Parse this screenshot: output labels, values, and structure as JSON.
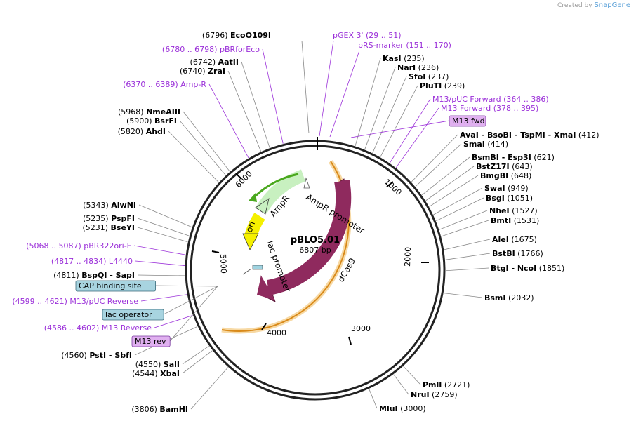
{
  "app": {
    "credit_prefix": "Created by",
    "credit_brand": "SnapGene"
  },
  "plasmid": {
    "name": "pBLO5.01",
    "length_label": "6807 bp",
    "length": 6807
  },
  "ticks": [
    "1000",
    "2000",
    "3000",
    "4000",
    "5000",
    "6000"
  ],
  "colors": {
    "primer": "#9b30d9",
    "dcas9": "#8f2a5e",
    "orange_arc": "#e8a23a",
    "ampr": "#c8f0c0",
    "ori": "#f5f000",
    "cap_box": "#a8d4e0",
    "m13_box": "#e0b0f0"
  },
  "features": {
    "ampr": "AmpR",
    "ampr_promoter": "AmpR promoter",
    "ori": "ori",
    "lac_promoter": "lac promoter",
    "dcas9": "dCas9"
  },
  "labels": {
    "top": [
      {
        "pos": "(6796)",
        "name": "EcoO109I",
        "kind": "enz"
      },
      {
        "pos": "pGEX 3'",
        "name": "(29 .. 51)",
        "kind": "primer"
      },
      {
        "pos": "pRS-marker",
        "name": "(151 .. 170)",
        "kind": "primer"
      }
    ],
    "right": [
      {
        "name": "KasI",
        "pos": "(235)"
      },
      {
        "name": "NarI",
        "pos": "(236)"
      },
      {
        "name": "SfoI",
        "pos": "(237)"
      },
      {
        "name": "PluTI",
        "pos": "(239)"
      },
      {
        "name": "M13/pUC Forward",
        "pos": "(364 .. 386)",
        "kind": "primer"
      },
      {
        "name": "M13 Forward",
        "pos": "(378 .. 395)",
        "kind": "primer"
      },
      {
        "name": "M13 fwd",
        "kind": "box"
      },
      {
        "name": "AvaI",
        "name2": "BsoBI",
        "name3": "TspMI",
        "name4": "XmaI",
        "pos": "(412)"
      },
      {
        "name": "SmaI",
        "pos": "(414)"
      },
      {
        "name": "BsmBI",
        "name2": "Esp3I",
        "pos": "(621)"
      },
      {
        "name": "BstZ17I",
        "pos": "(643)"
      },
      {
        "name": "BmgBI",
        "pos": "(648)"
      },
      {
        "name": "SwaI",
        "pos": "(949)"
      },
      {
        "name": "BsgI",
        "pos": "(1051)"
      },
      {
        "name": "NheI",
        "pos": "(1527)"
      },
      {
        "name": "BmtI",
        "pos": "(1531)"
      },
      {
        "name": "AleI",
        "pos": "(1675)"
      },
      {
        "name": "BstBI",
        "pos": "(1766)"
      },
      {
        "name": "BtgI",
        "name2": "NcoI",
        "pos": "(1851)"
      },
      {
        "name": "BsmI",
        "pos": "(2032)"
      },
      {
        "name": "PmlI",
        "pos": "(2721)"
      },
      {
        "name": "NruI",
        "pos": "(2759)"
      },
      {
        "name": "MluI",
        "pos": "(3000)"
      }
    ],
    "left": [
      {
        "pos": "(6780 .. 6798)",
        "name": "pBRforEco",
        "kind": "primer"
      },
      {
        "pos": "(6742)",
        "name": "AatII"
      },
      {
        "pos": "(6740)",
        "name": "ZraI"
      },
      {
        "pos": "(6370 .. 6389)",
        "name": "Amp-R",
        "kind": "primer"
      },
      {
        "pos": "(5968)",
        "name": "NmeAIII"
      },
      {
        "pos": "(5900)",
        "name": "BsrFI"
      },
      {
        "pos": "(5820)",
        "name": "AhdI"
      },
      {
        "pos": "(5343)",
        "name": "AlwNI"
      },
      {
        "pos": "(5235)",
        "name": "PspFI"
      },
      {
        "pos": "(5231)",
        "name": "BseYI"
      },
      {
        "pos": "(5068 .. 5087)",
        "name": "pBR322ori-F",
        "kind": "primer"
      },
      {
        "pos": "(4817 .. 4834)",
        "name": "L4440",
        "kind": "primer"
      },
      {
        "pos": "(4811)",
        "name": "BspQI",
        "name2": "SapI"
      },
      {
        "name": "CAP binding site",
        "kind": "box"
      },
      {
        "pos": "(4599 .. 4621)",
        "name": "M13/pUC Reverse",
        "kind": "primer"
      },
      {
        "name": "lac operator",
        "kind": "box"
      },
      {
        "pos": "(4586 .. 4602)",
        "name": "M13 Reverse",
        "kind": "primer"
      },
      {
        "name": "M13 rev",
        "kind": "box"
      },
      {
        "pos": "(4560)",
        "name": "PstI",
        "name2": "SbfI"
      },
      {
        "pos": "(4550)",
        "name": "SalI"
      },
      {
        "pos": "(4544)",
        "name": "XbaI"
      },
      {
        "pos": "(3806)",
        "name": "BamHI"
      }
    ]
  }
}
